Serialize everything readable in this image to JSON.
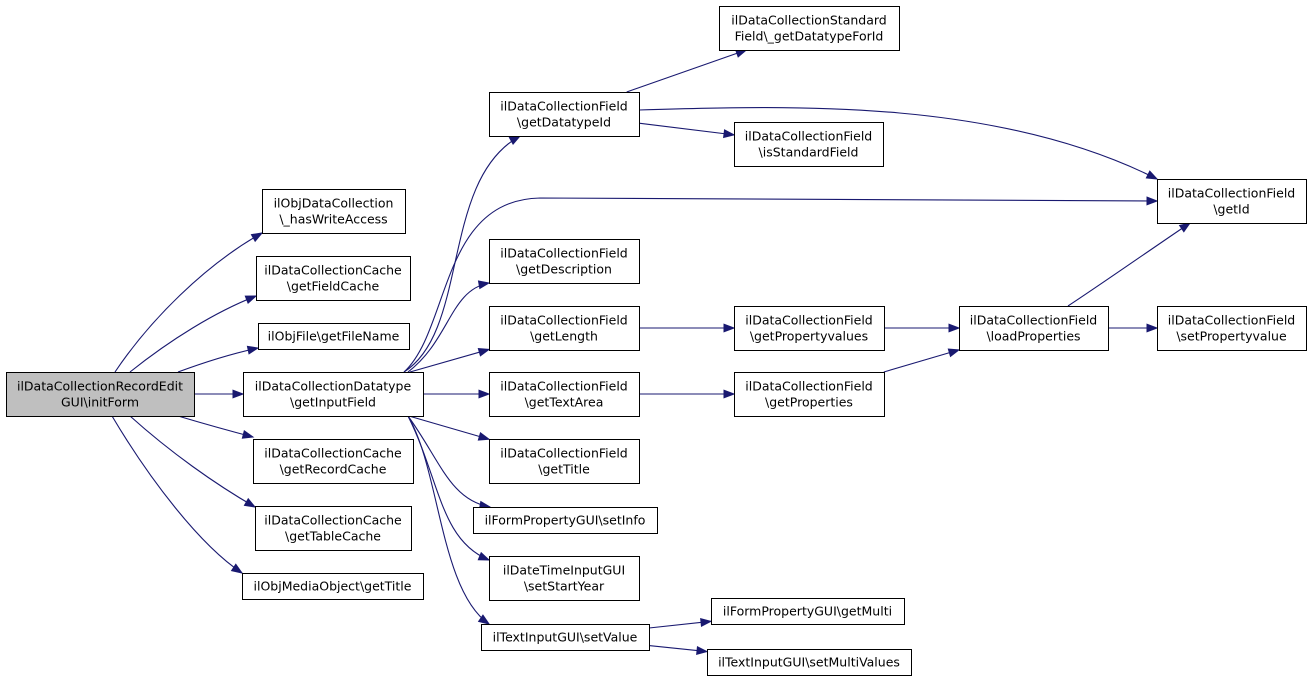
{
  "nodes": [
    {
      "id": "root",
      "lines": [
        "ilDataCollectionRecordEdit",
        "GUI\\initForm"
      ],
      "root": true
    },
    {
      "id": "hasWriteAccess",
      "lines": [
        "ilObjDataCollection",
        "\\_hasWriteAccess"
      ]
    },
    {
      "id": "getFieldCache",
      "lines": [
        "ilDataCollectionCache",
        "\\getFieldCache"
      ]
    },
    {
      "id": "getFileName",
      "lines": [
        "ilObjFile\\getFileName"
      ]
    },
    {
      "id": "getInputField",
      "lines": [
        "ilDataCollectionDatatype",
        "\\getInputField"
      ]
    },
    {
      "id": "getRecordCache",
      "lines": [
        "ilDataCollectionCache",
        "\\getRecordCache"
      ]
    },
    {
      "id": "getTableCache",
      "lines": [
        "ilDataCollectionCache",
        "\\getTableCache"
      ]
    },
    {
      "id": "mediaGetTitle",
      "lines": [
        "ilObjMediaObject\\getTitle"
      ]
    },
    {
      "id": "getDatatypeId",
      "lines": [
        "ilDataCollectionField",
        "\\getDatatypeId"
      ]
    },
    {
      "id": "getDescription",
      "lines": [
        "ilDataCollectionField",
        "\\getDescription"
      ]
    },
    {
      "id": "getLength",
      "lines": [
        "ilDataCollectionField",
        "\\getLength"
      ]
    },
    {
      "id": "getTextArea",
      "lines": [
        "ilDataCollectionField",
        "\\getTextArea"
      ]
    },
    {
      "id": "fieldGetTitle",
      "lines": [
        "ilDataCollectionField",
        "\\getTitle"
      ]
    },
    {
      "id": "setInfo",
      "lines": [
        "ilFormPropertyGUI\\setInfo"
      ]
    },
    {
      "id": "setStartYear",
      "lines": [
        "ilDateTimeInputGUI",
        "\\setStartYear"
      ]
    },
    {
      "id": "setValue",
      "lines": [
        "ilTextInputGUI\\setValue"
      ]
    },
    {
      "id": "getDatatypeForId",
      "lines": [
        "ilDataCollectionStandard",
        "Field\\_getDatatypeForId"
      ]
    },
    {
      "id": "isStandardField",
      "lines": [
        "ilDataCollectionField",
        "\\isStandardField"
      ]
    },
    {
      "id": "getPropertyvalues",
      "lines": [
        "ilDataCollectionField",
        "\\getPropertyvalues"
      ]
    },
    {
      "id": "getProperties",
      "lines": [
        "ilDataCollectionField",
        "\\getProperties"
      ]
    },
    {
      "id": "getMulti",
      "lines": [
        "ilFormPropertyGUI\\getMulti"
      ]
    },
    {
      "id": "setMultiValues",
      "lines": [
        "ilTextInputGUI\\setMultiValues"
      ]
    },
    {
      "id": "loadProperties",
      "lines": [
        "ilDataCollectionField",
        "\\loadProperties"
      ]
    },
    {
      "id": "getId",
      "lines": [
        "ilDataCollectionField",
        "\\getId"
      ]
    },
    {
      "id": "setPropertyvalue",
      "lines": [
        "ilDataCollectionField",
        "\\setPropertyvalue"
      ]
    }
  ],
  "edges": [
    [
      "root",
      "hasWriteAccess"
    ],
    [
      "root",
      "getFieldCache"
    ],
    [
      "root",
      "getFileName"
    ],
    [
      "root",
      "getInputField"
    ],
    [
      "root",
      "getRecordCache"
    ],
    [
      "root",
      "getTableCache"
    ],
    [
      "root",
      "mediaGetTitle"
    ],
    [
      "getInputField",
      "getDatatypeId"
    ],
    [
      "getInputField",
      "getId"
    ],
    [
      "getInputField",
      "getDescription"
    ],
    [
      "getInputField",
      "getLength"
    ],
    [
      "getInputField",
      "getTextArea"
    ],
    [
      "getInputField",
      "fieldGetTitle"
    ],
    [
      "getInputField",
      "setInfo"
    ],
    [
      "getInputField",
      "setStartYear"
    ],
    [
      "getInputField",
      "setValue"
    ],
    [
      "getDatatypeId",
      "getDatatypeForId"
    ],
    [
      "getDatatypeId",
      "getId"
    ],
    [
      "getDatatypeId",
      "isStandardField"
    ],
    [
      "getLength",
      "getPropertyvalues"
    ],
    [
      "getTextArea",
      "getProperties"
    ],
    [
      "getPropertyvalues",
      "loadProperties"
    ],
    [
      "getProperties",
      "loadProperties"
    ],
    [
      "loadProperties",
      "getId"
    ],
    [
      "loadProperties",
      "setPropertyvalue"
    ],
    [
      "setValue",
      "getMulti"
    ],
    [
      "setValue",
      "setMultiValues"
    ]
  ],
  "colors": {
    "edge": "#191970",
    "root_fill": "#bfbfbf",
    "node_fill": "#ffffff",
    "node_stroke": "#000000"
  }
}
